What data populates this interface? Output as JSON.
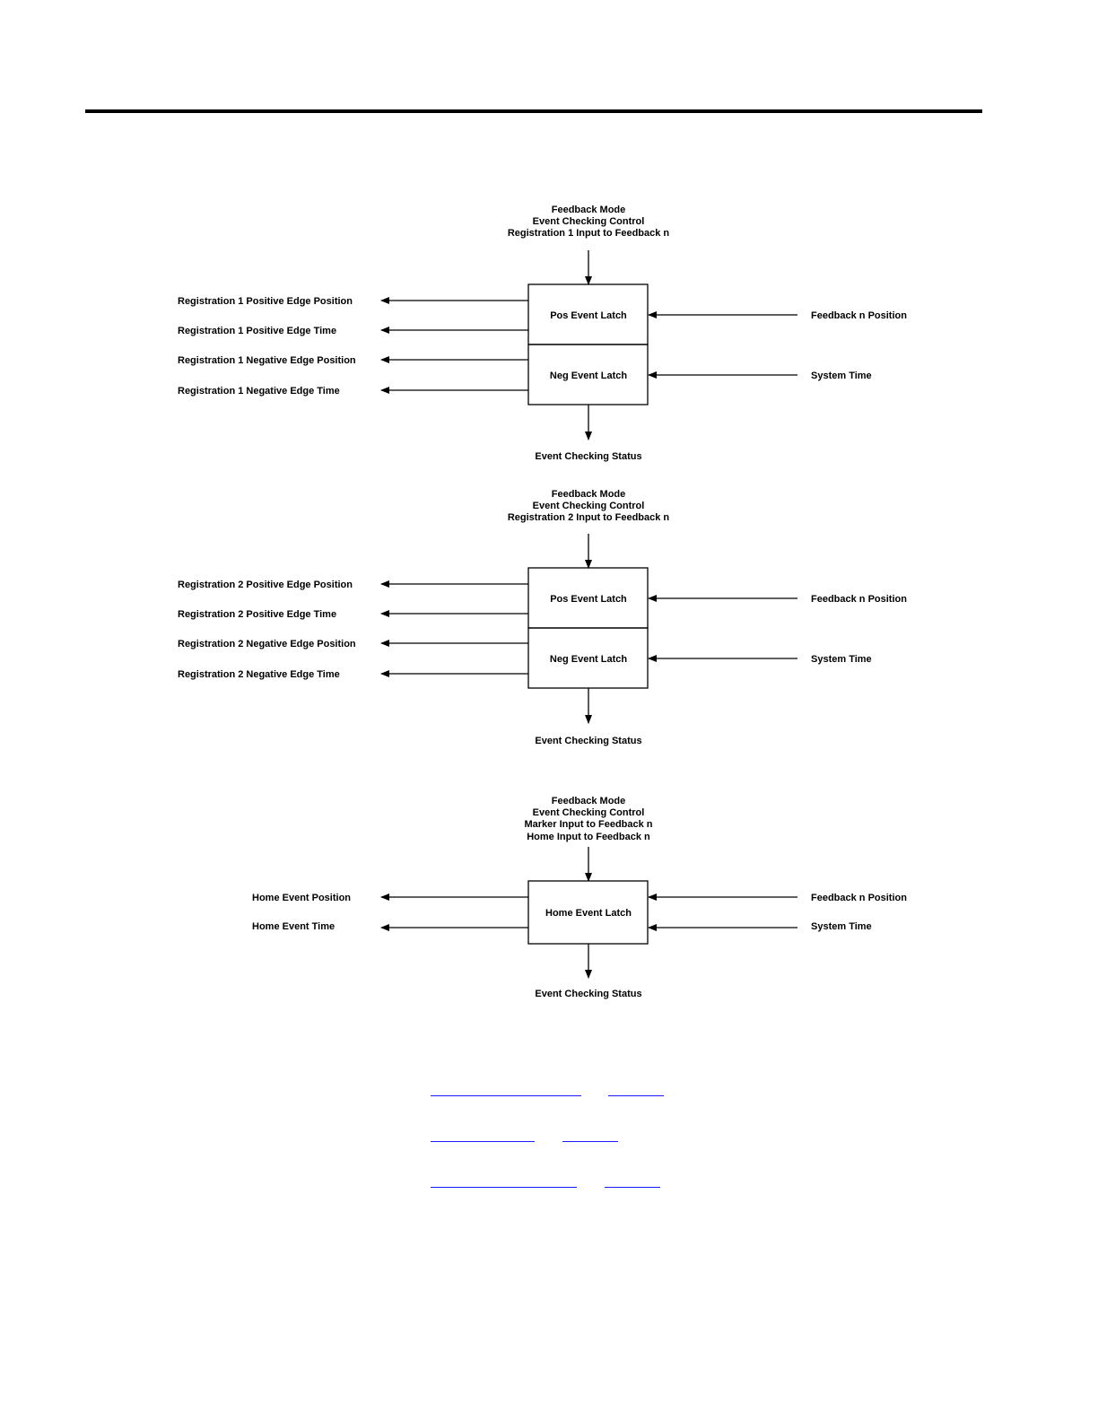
{
  "colors": {
    "ink": "#000000",
    "link": "#1a1aff"
  },
  "diagrams": [
    {
      "id": "reg1",
      "inputs_top": [
        "Feedback Mode",
        "Event Checking Control",
        "Registration 1 Input to Feedback n"
      ],
      "latches": [
        "Pos Event Latch",
        "Neg Event Latch"
      ],
      "outputs_left": [
        "Registration 1 Positive Edge Position",
        "Registration 1 Positive Edge Time",
        "Registration 1 Negative Edge Position",
        "Registration 1 Negative Edge Time"
      ],
      "inputs_right": [
        "Feedback n Position",
        "System Time"
      ],
      "output_bottom": "Event Checking Status"
    },
    {
      "id": "reg2",
      "inputs_top": [
        "Feedback Mode",
        "Event Checking Control",
        "Registration 2 Input to Feedback n"
      ],
      "latches": [
        "Pos Event Latch",
        "Neg Event Latch"
      ],
      "outputs_left": [
        "Registration 2 Positive Edge Position",
        "Registration 2 Positive Edge Time",
        "Registration 2 Negative Edge Position",
        "Registration 2 Negative Edge Time"
      ],
      "inputs_right": [
        "Feedback n Position",
        "System Time"
      ],
      "output_bottom": "Event Checking Status"
    },
    {
      "id": "home",
      "inputs_top": [
        "Feedback Mode",
        "Event Checking Control",
        "Marker Input to Feedback n",
        "Home Input to Feedback n"
      ],
      "latches": [
        "Home Event Latch"
      ],
      "outputs_left": [
        "Home Event Position",
        "Home Event Time"
      ],
      "inputs_right": [
        "Feedback n Position",
        "System Time"
      ],
      "output_bottom": "Event Checking Status"
    }
  ]
}
